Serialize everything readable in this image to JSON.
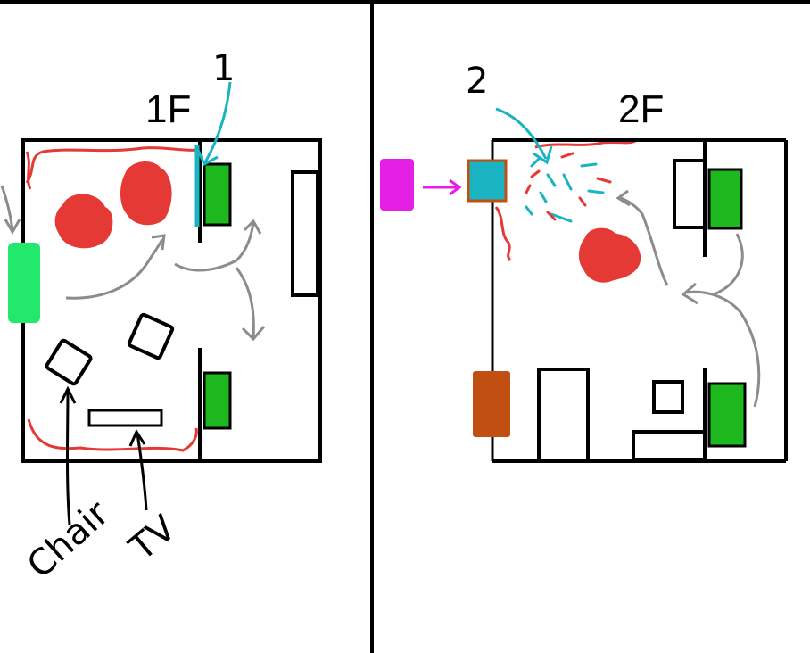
{
  "floors": [
    {
      "label": "1F",
      "annotations": {
        "marker": "1",
        "chair": "Chair",
        "tv": "TV"
      }
    },
    {
      "label": "2F",
      "annotations": {
        "marker": "2"
      }
    }
  ],
  "colors": {
    "wall": "#000000",
    "window": "#1db81d",
    "exterior_green": "#22e86b",
    "fire_red": "#e53935",
    "flow_gray": "#8c8c8c",
    "cyan": "#19b3c1",
    "magenta": "#e51fe5",
    "brown": "#c24f12"
  }
}
